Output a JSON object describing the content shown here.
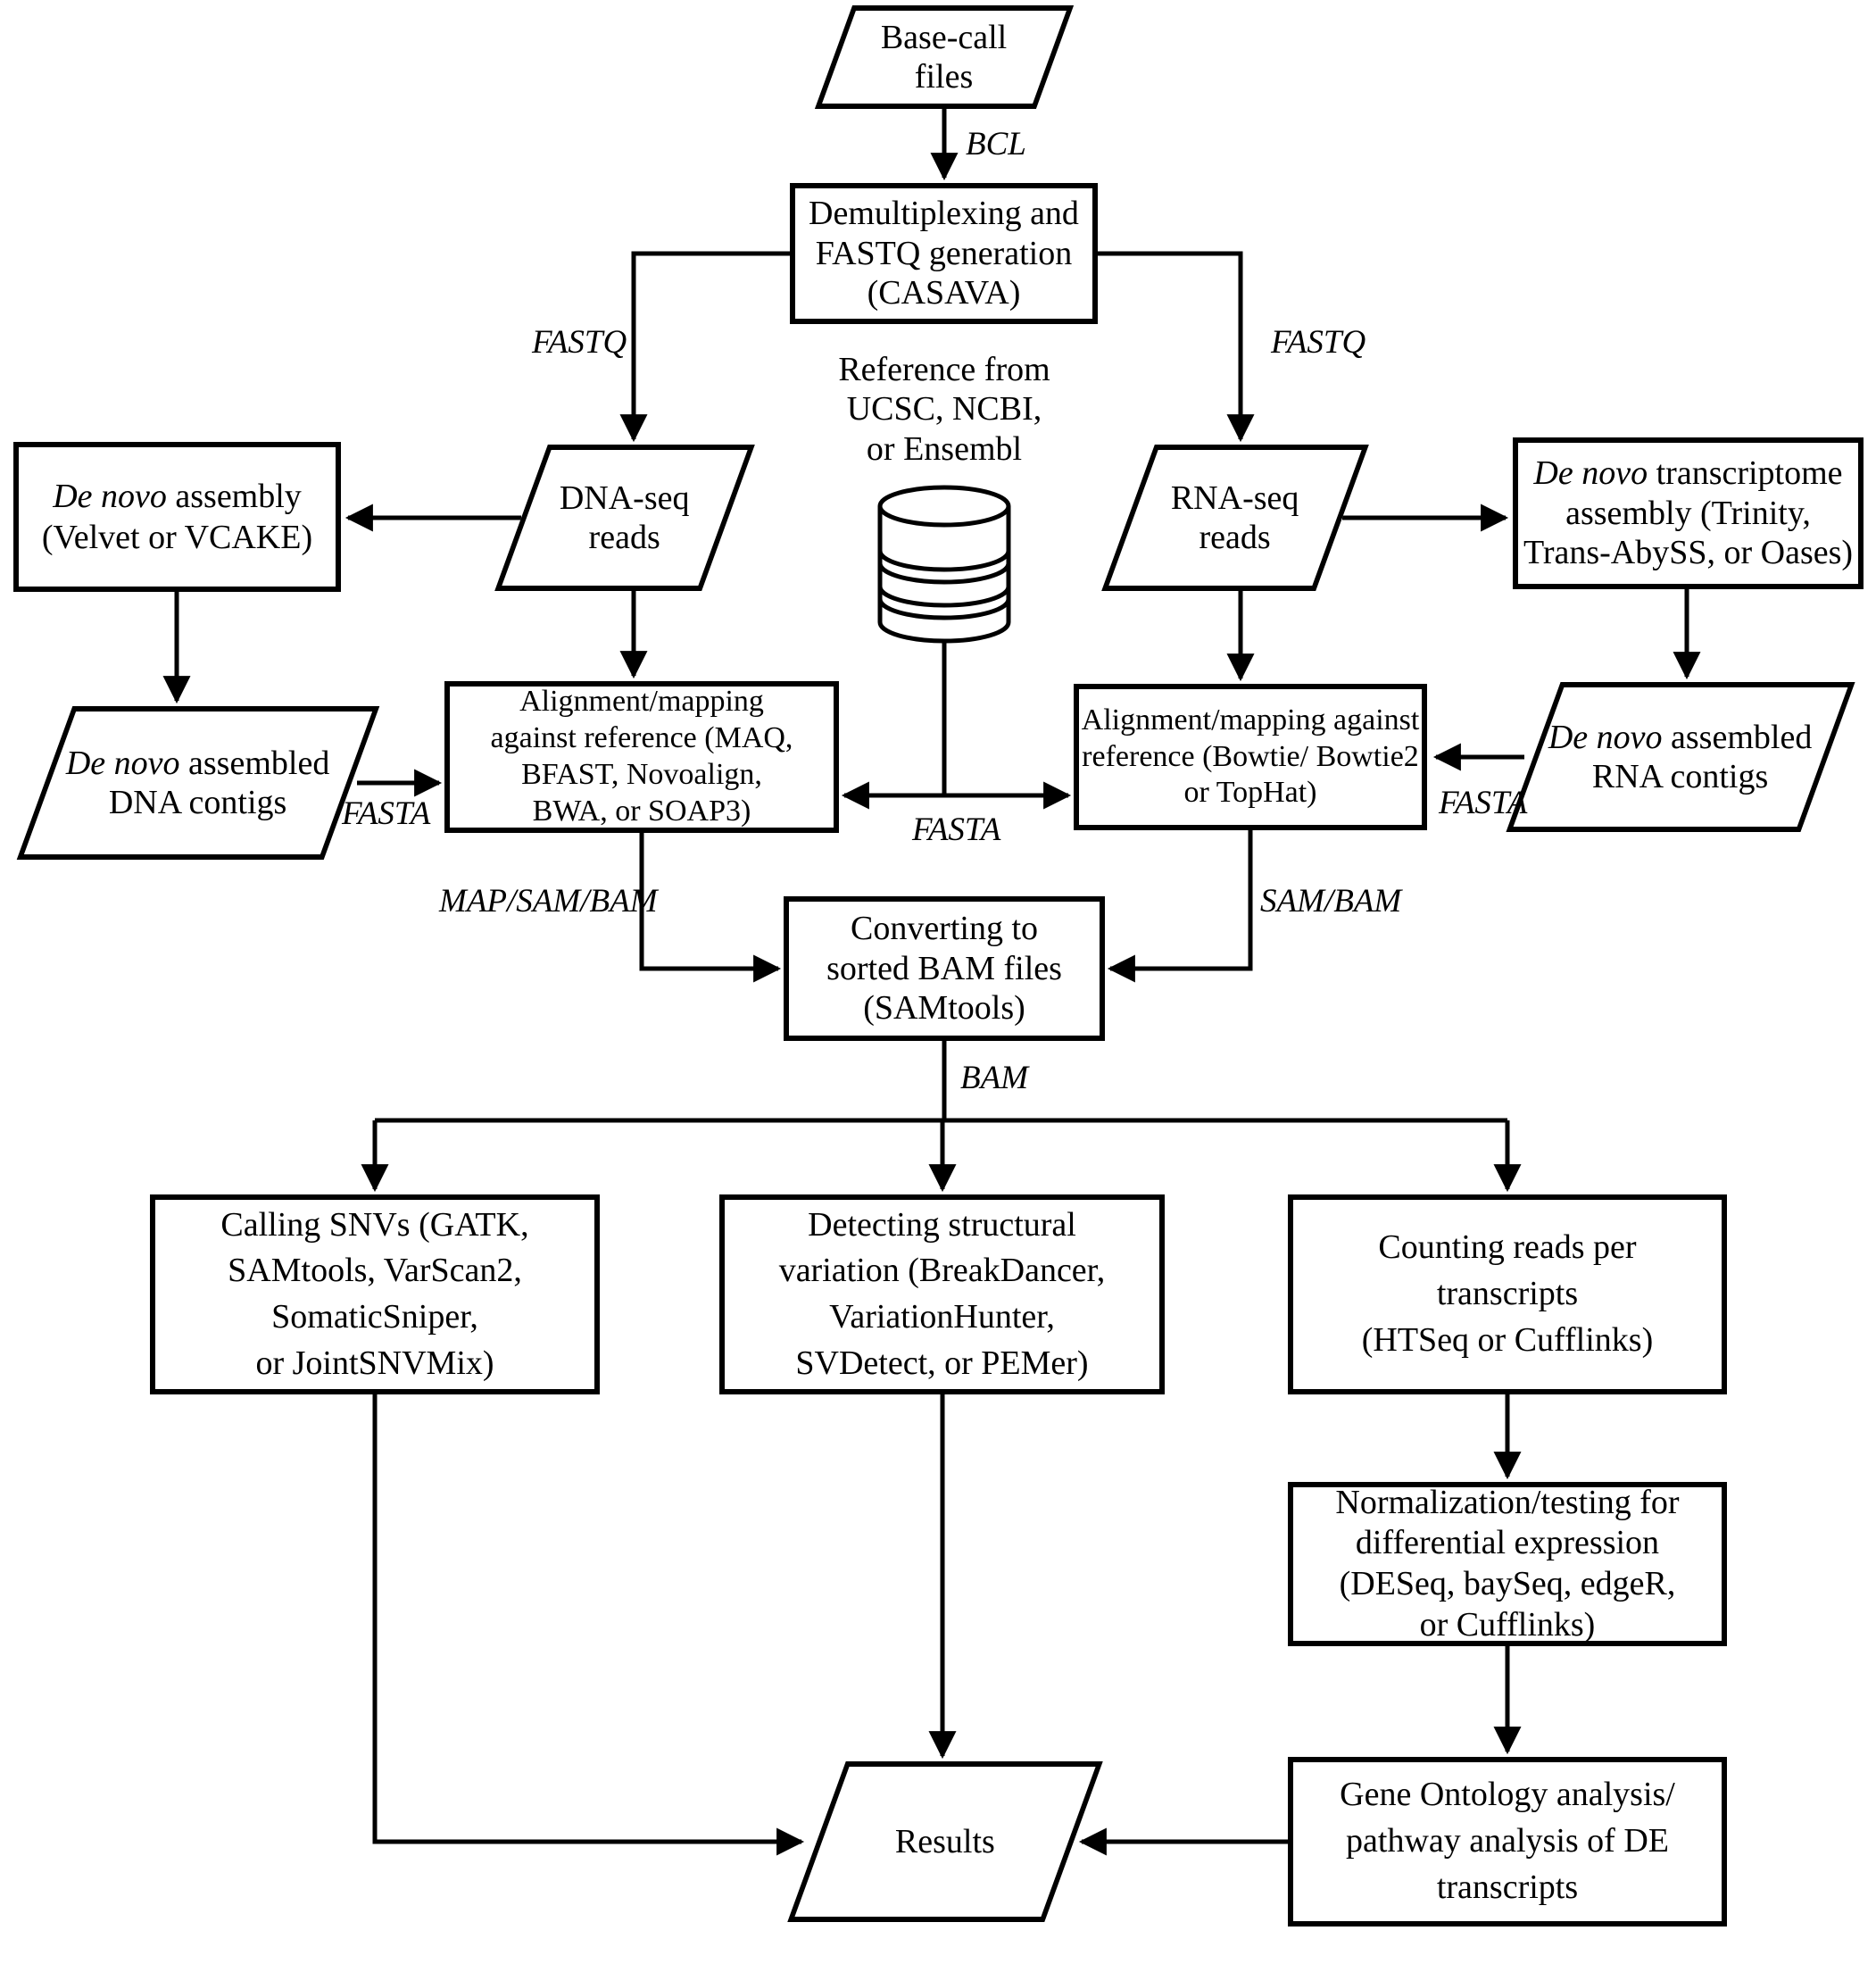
{
  "diagram": {
    "type": "flowchart",
    "title": "NGS data analysis pipeline (DNA-seq and RNA-seq)",
    "colors": {
      "stroke": "#000000",
      "fill": "#ffffff",
      "text": "#000000"
    },
    "nodes": {
      "base_call": {
        "label": "Base-call\nfiles"
      },
      "demux": {
        "label": "Demultiplexing and\nFASTQ generation\n(CASAVA)"
      },
      "reference": {
        "label": "Reference from\nUCSC, NCBI,\nor Ensembl"
      },
      "database_icon": "database-cylinder",
      "dna_seq": {
        "label": "DNA-seq\nreads"
      },
      "rna_seq": {
        "label": "RNA-seq\nreads"
      },
      "denovo_asm": {
        "italic": "De novo",
        "rest": " assembly\n(Velvet or VCAKE)"
      },
      "denovo_trans": {
        "italic": "De novo",
        "rest": " transcriptome\nassembly (Trinity,\nTrans-AbySS, or Oases)"
      },
      "dna_contigs": {
        "italic": "De novo",
        "rest": " assembled\nDNA contigs"
      },
      "rna_contigs": {
        "italic": "De novo",
        "rest": " assembled\nRNA contigs"
      },
      "align_dna": {
        "label": "Alignment/mapping\nagainst reference (MAQ,\nBFAST, Novoalign,\nBWA, or SOAP3)"
      },
      "align_rna": {
        "label": "Alignment/mapping against\nreference (Bowtie/ Bowtie2\nor TopHat)"
      },
      "converting": {
        "label": "Converting to\nsorted BAM files\n(SAMtools)"
      },
      "calling_snvs": {
        "label": "Calling SNVs (GATK,\nSAMtools, VarScan2,\nSomaticSniper,\nor JointSNVMix)"
      },
      "detecting_sv": {
        "label": "Detecting structural\nvariation (BreakDancer,\nVariationHunter,\nSVDetect, or PEMer)"
      },
      "counting": {
        "label": "Counting reads per\ntranscripts\n(HTSeq or Cufflinks)"
      },
      "normalization": {
        "label": "Normalization/testing for\ndifferential expression\n(DESeq, baySeq, edgeR,\nor Cufflinks)"
      },
      "gene_ontology": {
        "label": "Gene Ontology analysis/\npathway analysis of DE\ntranscripts"
      },
      "results": {
        "label": "Results"
      }
    },
    "edge_labels": {
      "bcl": "BCL",
      "fastq_left": "FASTQ",
      "fastq_right": "FASTQ",
      "fasta_left": "FASTA",
      "fasta_center": "FASTA",
      "fasta_right": "FASTA",
      "map_sam_bam": "MAP/SAM/BAM",
      "sam_bam": "SAM/BAM",
      "bam": "BAM"
    },
    "edges": [
      {
        "from": "base_call",
        "to": "demux",
        "label": "BCL"
      },
      {
        "from": "demux",
        "to": "dna_seq",
        "label": "FASTQ"
      },
      {
        "from": "demux",
        "to": "rna_seq",
        "label": "FASTQ"
      },
      {
        "from": "dna_seq",
        "to": "denovo_asm",
        "label": ""
      },
      {
        "from": "rna_seq",
        "to": "denovo_trans",
        "label": ""
      },
      {
        "from": "denovo_asm",
        "to": "dna_contigs",
        "label": ""
      },
      {
        "from": "denovo_trans",
        "to": "rna_contigs",
        "label": ""
      },
      {
        "from": "dna_contigs",
        "to": "align_dna",
        "label": "FASTA"
      },
      {
        "from": "dna_seq",
        "to": "align_dna",
        "label": ""
      },
      {
        "from": "rna_seq",
        "to": "align_rna",
        "label": ""
      },
      {
        "from": "reference",
        "to": "align_dna",
        "label": "FASTA"
      },
      {
        "from": "reference",
        "to": "align_rna",
        "label": "FASTA"
      },
      {
        "from": "rna_contigs",
        "to": "align_rna",
        "label": "FASTA"
      },
      {
        "from": "align_dna",
        "to": "converting",
        "label": "MAP/SAM/BAM"
      },
      {
        "from": "align_rna",
        "to": "converting",
        "label": "SAM/BAM"
      },
      {
        "from": "converting",
        "to": "calling_snvs",
        "label": "BAM"
      },
      {
        "from": "converting",
        "to": "detecting_sv",
        "label": "BAM"
      },
      {
        "from": "converting",
        "to": "counting",
        "label": "BAM"
      },
      {
        "from": "counting",
        "to": "normalization",
        "label": ""
      },
      {
        "from": "normalization",
        "to": "gene_ontology",
        "label": ""
      },
      {
        "from": "detecting_sv",
        "to": "results",
        "label": ""
      },
      {
        "from": "calling_snvs",
        "to": "results",
        "label": ""
      },
      {
        "from": "gene_ontology",
        "to": "results",
        "label": ""
      }
    ]
  }
}
